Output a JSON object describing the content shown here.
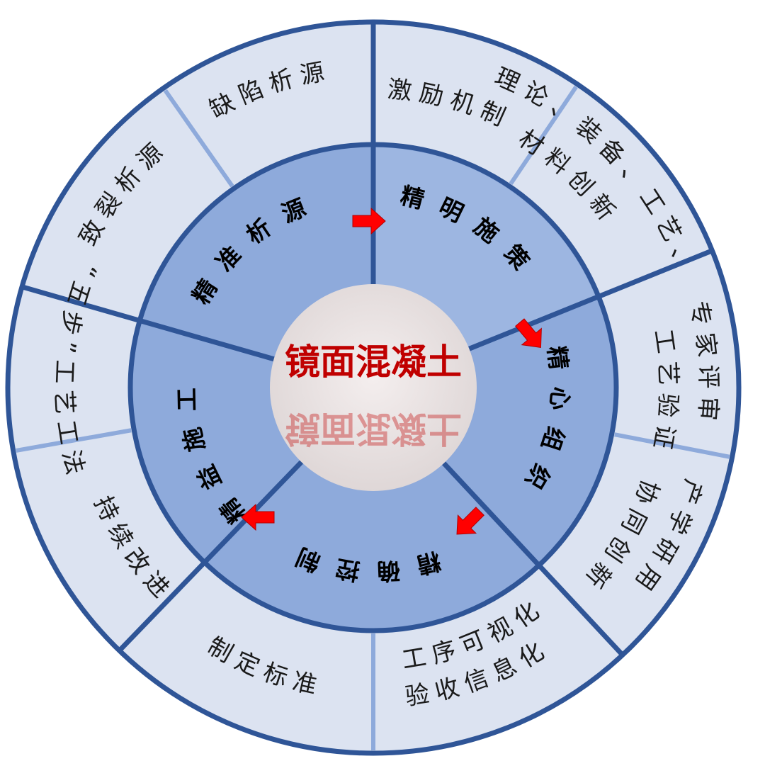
{
  "center": {
    "title": "镜面混凝土"
  },
  "inner_ring": [
    {
      "label": "精准析源"
    },
    {
      "label": "精明施策"
    },
    {
      "label": "精心组织"
    },
    {
      "label": "精确控制"
    },
    {
      "label": "精益施工"
    }
  ],
  "outer_ring": [
    {
      "lines": [
        "缺陷析源"
      ]
    },
    {
      "lines": [
        "致裂析源"
      ]
    },
    {
      "lines": [
        "激励机制"
      ]
    },
    {
      "lines": [
        "理论、装备、工艺、",
        "材料创新"
      ]
    },
    {
      "lines": [
        "专家评审",
        "工艺验证"
      ]
    },
    {
      "lines": [
        "产学研用",
        "协同创新"
      ]
    },
    {
      "lines": [
        "工序可视化",
        "验收信息化"
      ]
    },
    {
      "lines": [
        "制定标准"
      ]
    },
    {
      "lines": [
        "持续改进"
      ]
    },
    {
      "lines": [
        "“五步”工艺工法"
      ]
    }
  ],
  "colors": {
    "outer_fill": "#dce3f1",
    "inner_fill": "#8eaadb",
    "inner_fill_light": "#9db6e1",
    "divider_dark": "#2f5597",
    "divider_light": "#8eaadb",
    "arrow": "#ff0000",
    "title": "#c00000"
  }
}
